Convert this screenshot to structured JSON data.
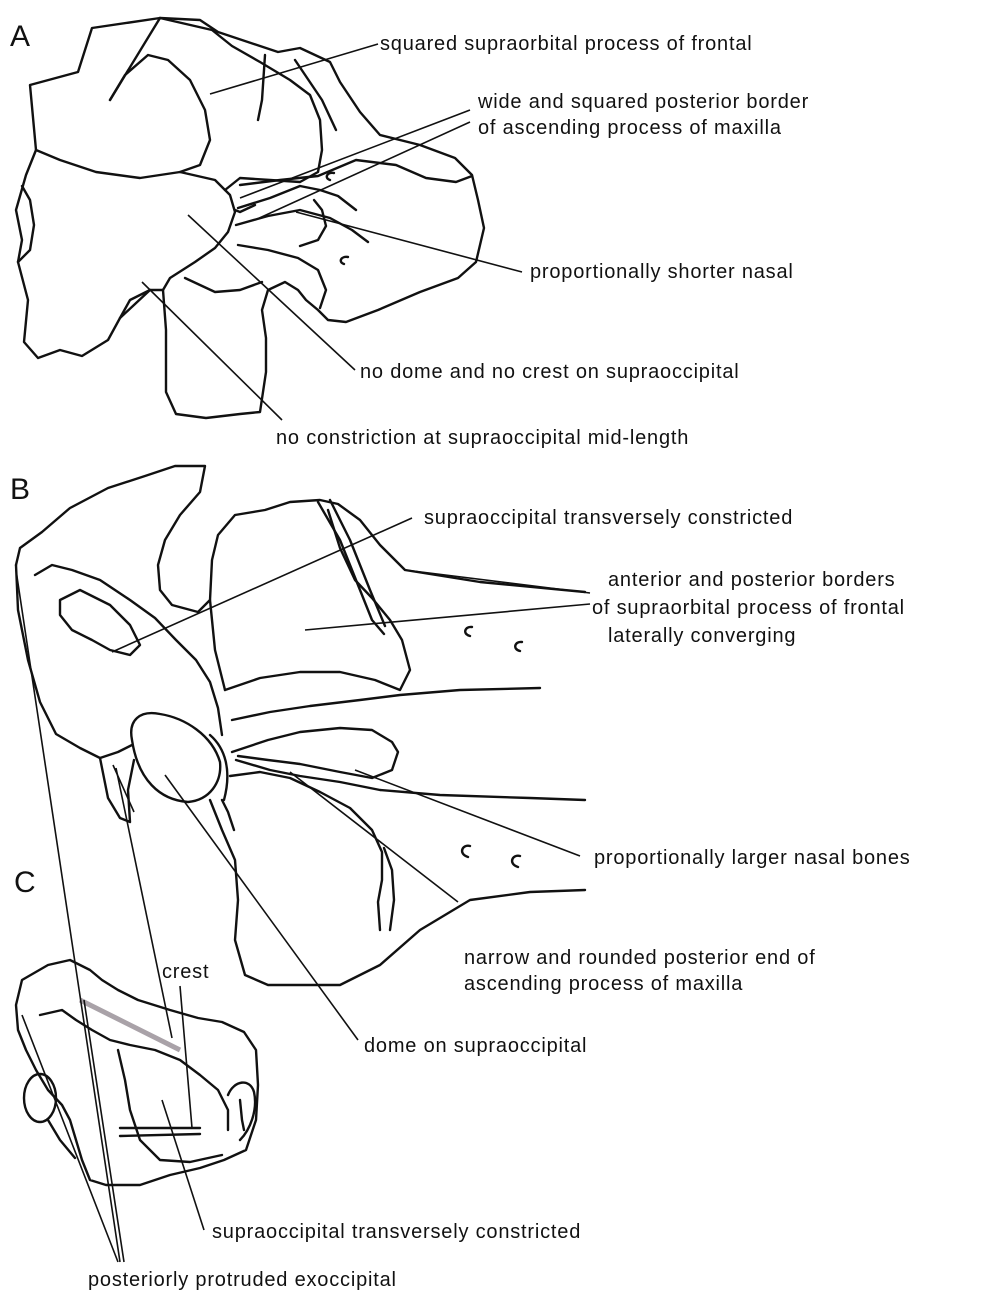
{
  "panels": {
    "a": "A",
    "b": "B",
    "c": "C"
  },
  "labels": {
    "a_supraorbital": "squared supraorbital process of frontal",
    "a_maxilla_line1": "wide and squared posterior border",
    "a_maxilla_line2": "of ascending process of maxilla",
    "a_nasal": "proportionally shorter nasal",
    "a_dome": "no dome and no crest on supraoccipital",
    "a_constriction": "no constriction at supraoccipital mid-length",
    "b_constricted": "supraoccipital transversely constricted",
    "b_borders_line1": "anterior and posterior borders",
    "b_borders_line2": "of supraorbital process of frontal",
    "b_borders_line3": "laterally converging",
    "b_nasal": "proportionally larger nasal bones",
    "b_maxilla_line1": "narrow and rounded posterior end of",
    "b_maxilla_line2": "ascending process of maxilla",
    "b_dome": "dome on supraoccipital",
    "c_crest": "crest",
    "c_constricted": "supraoccipital transversely constricted",
    "c_exoccipital": "posteriorly protruded exoccipital"
  }
}
